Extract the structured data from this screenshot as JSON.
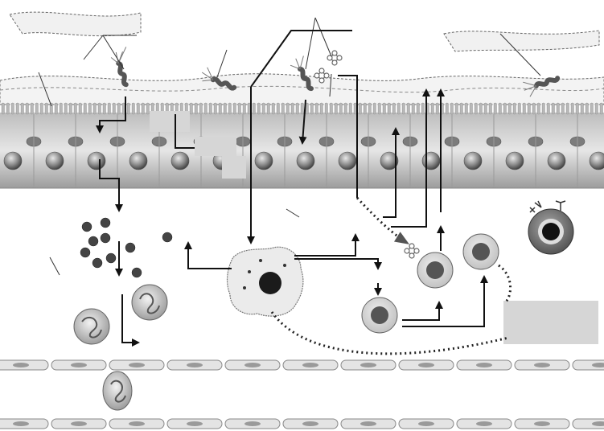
{
  "diagram": {
    "labels": [],
    "colors": {
      "background": "#ffffff",
      "mucus_fill": "#f1f1f1",
      "mucus_stroke": "#555555",
      "epithelium_light": "#d9d9d9",
      "epithelium_dark": "#9a9a9a",
      "nucleus": "#8a8a8a",
      "cell_ring": "#cfcfcf",
      "cell_core": "#555555",
      "dark_cell": "#1b1b1b",
      "arrow": "#111111",
      "label_box": "#d6d6d6",
      "vessel_fill": "#e4e4e4"
    },
    "elements": {
      "mucus_layer": "mucus-layer",
      "bacteria": "helicobacter-icon",
      "epithelium": "gastric-epithelium",
      "macrophage": "macrophage-icon",
      "neutrophils": "neutrophil-icon",
      "lymphocytes": "lymphocyte-icon",
      "plasma_cell": "plasma-cell-icon",
      "cytokine_dots": "cytokine-dot",
      "antigen": "antigen-icon",
      "blood_vessel": "blood-vessel"
    }
  }
}
